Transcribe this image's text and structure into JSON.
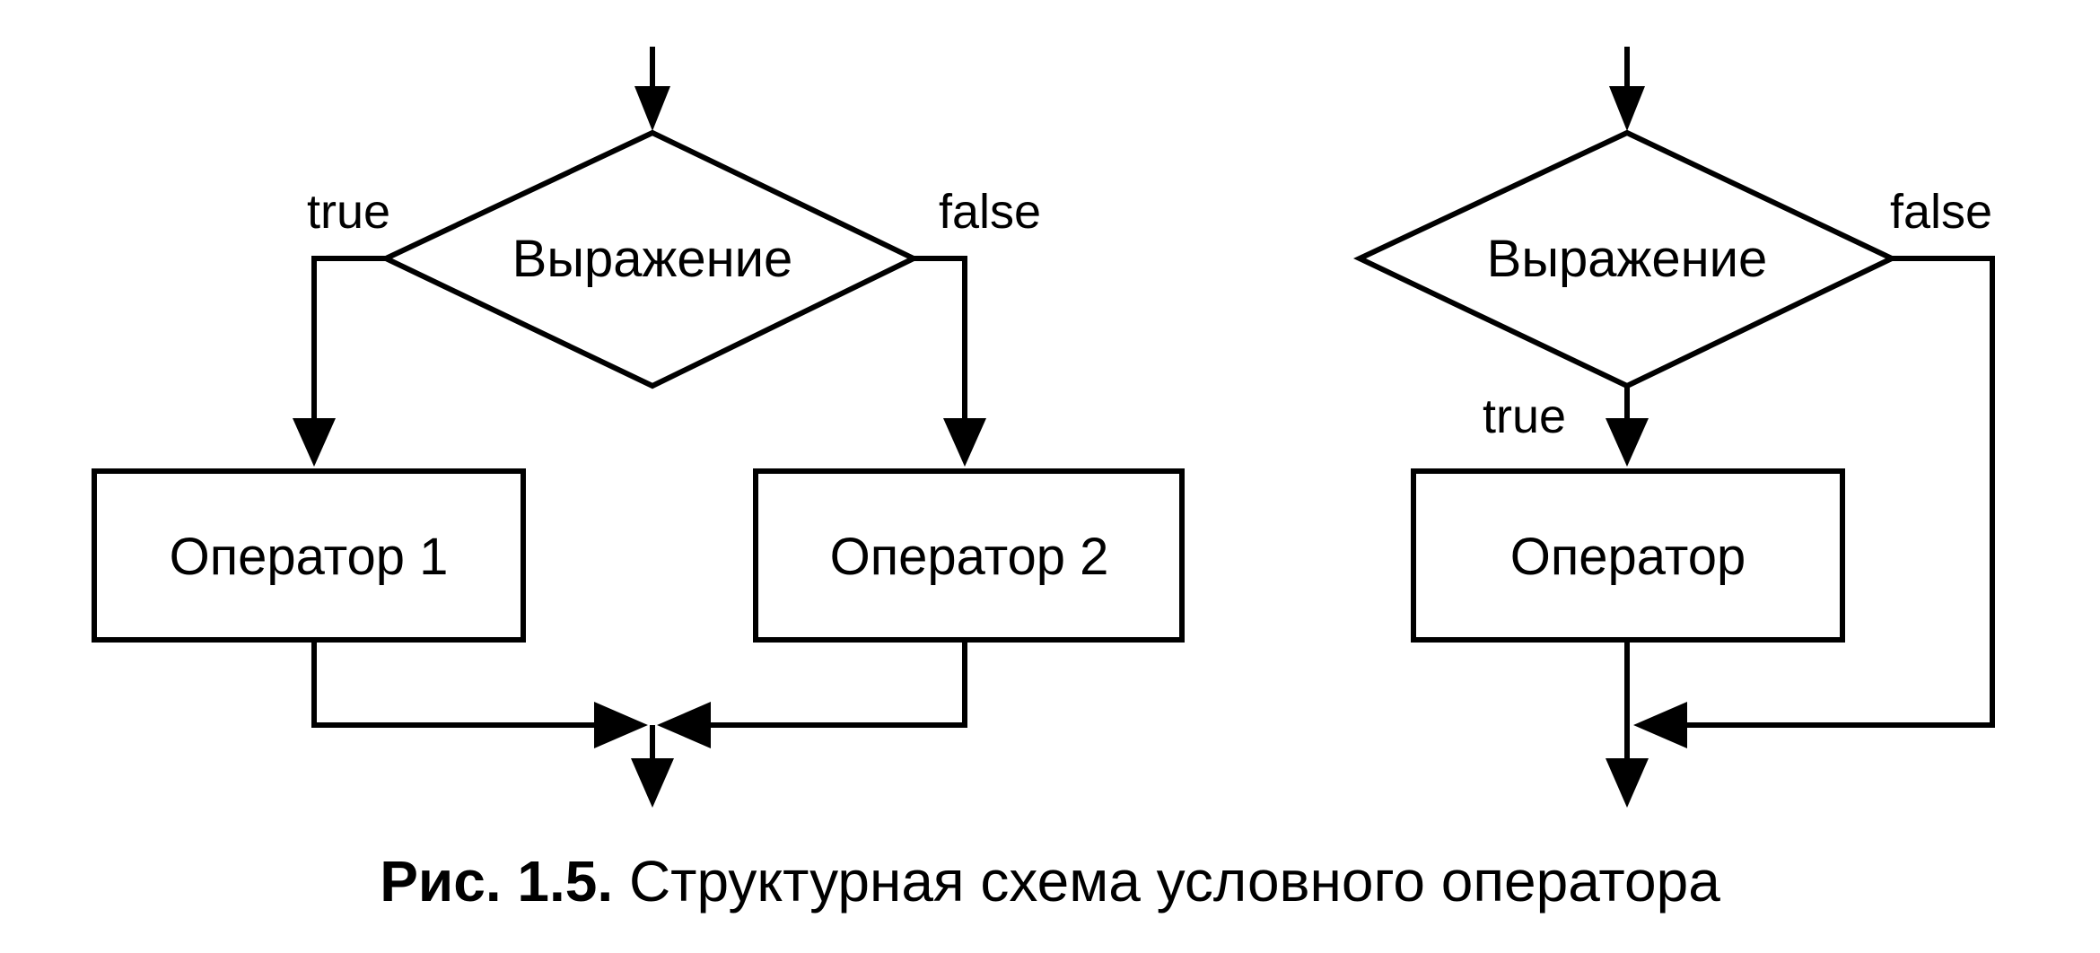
{
  "diagram_left": {
    "decision": "Выражение",
    "true_label": "true",
    "false_label": "false",
    "operator_1": "Оператор 1",
    "operator_2": "Оператор 2"
  },
  "diagram_right": {
    "decision": "Выражение",
    "true_label": "true",
    "false_label": "false",
    "operator": "Оператор"
  },
  "caption": {
    "number": "Рис. 1.5.",
    "text": "Структурная схема условного оператора"
  },
  "colors": {
    "ink": "#000000",
    "background": "#ffffff"
  }
}
